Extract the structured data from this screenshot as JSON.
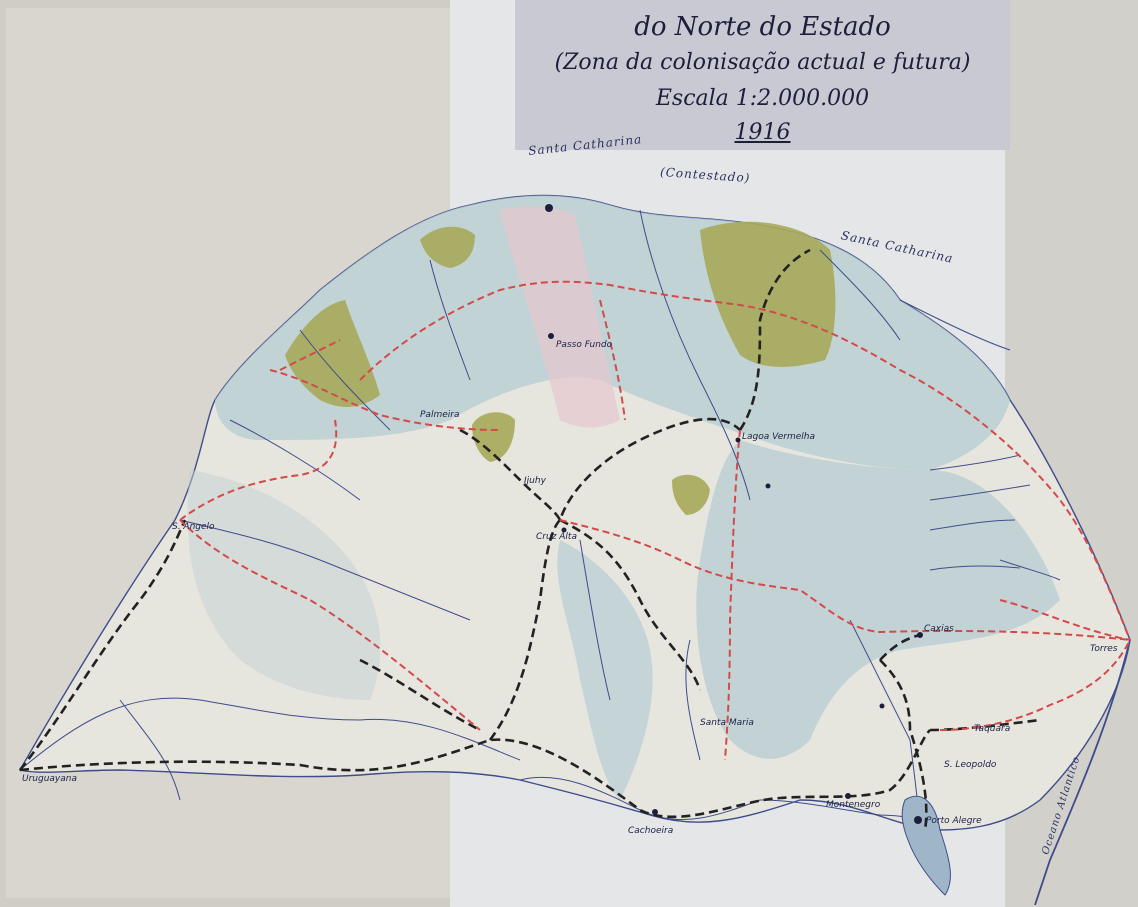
{
  "title": {
    "line1": "do Norte do Estado",
    "line2": "(Zona da colonisação actual e futura)",
    "line3": "Escala 1:2.000.000",
    "line4": "1916"
  },
  "labels": {
    "santa_catharina_top": "Santa Catharina",
    "santa_catharina_right": "Santa Catharina",
    "contestado": "(Contestado)",
    "porto_alegre": "Porto Alegre",
    "passo_fundo": "Passo Fundo",
    "cruz_alta": "Cruz Alta",
    "santa_maria": "Santa Maria",
    "cachoeira": "Cachoeira",
    "sao_leopoldo": "S. Leopoldo",
    "taquara": "Taquara",
    "uruguayana": "Uruguayana",
    "santo_angelo": "S. Angelo",
    "ijuhy": "Ijuhy",
    "palmeira": "Palmeira",
    "lagoa_vermelha": "Lagoa Vermelha",
    "caxias": "Caxias",
    "montenegro": "Montenegro",
    "torres": "Torres",
    "oceano": "Oceano Atlantico"
  },
  "colors": {
    "paper": "#dfe1e1",
    "sea_left_paper": "#d4d2cb",
    "colony_green": "#a7a95a",
    "water_blue": "#b4ccd2",
    "railway_black": "#222222",
    "road_red": "#d44a4a",
    "river_blue": "#3f4c8a"
  }
}
